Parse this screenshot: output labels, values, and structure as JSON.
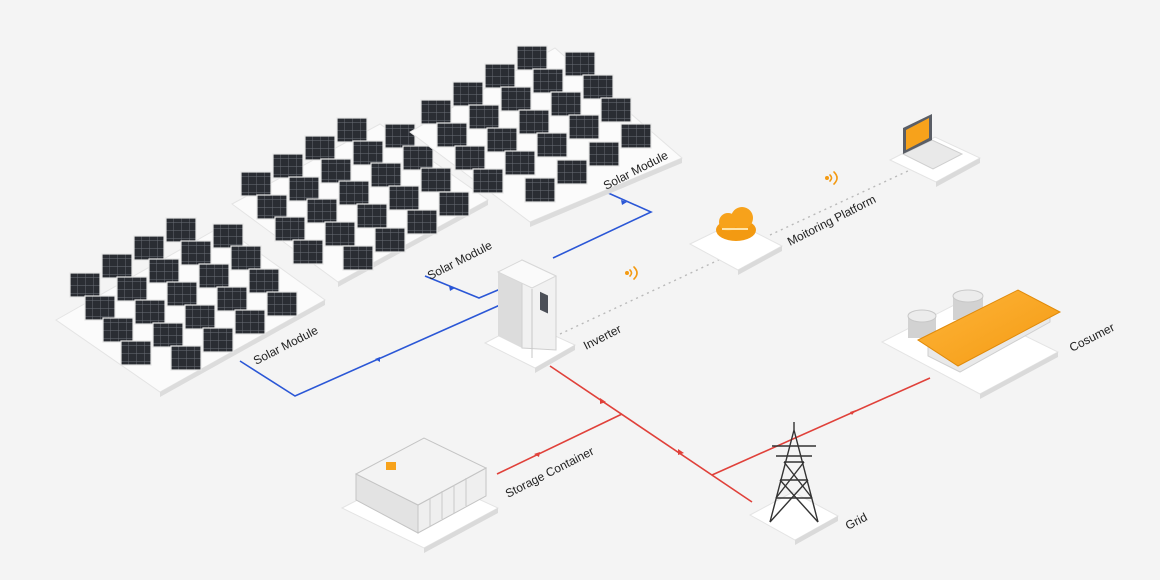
{
  "labels": {
    "solar_module_1": "Solar Module",
    "solar_module_2": "Solar Module",
    "solar_module_3": "Solar Module",
    "inverter": "Inverter",
    "monitoring_platform": "Moitoring Platform",
    "consumer": "Cosumer",
    "storage_container": "Storage Container",
    "grid": "Grid"
  },
  "colors": {
    "dc_line": "#2b57d6",
    "ac_line": "#e0413a",
    "signal_line": "#b9b9b9",
    "accent": "#f7a21b",
    "panel": "#2a2d33",
    "base": "#ffffff"
  },
  "icons": {
    "wifi_1": "wifi-signal-icon",
    "wifi_2": "wifi-signal-icon",
    "cloud": "cloud-icon",
    "laptop": "laptop-icon"
  }
}
